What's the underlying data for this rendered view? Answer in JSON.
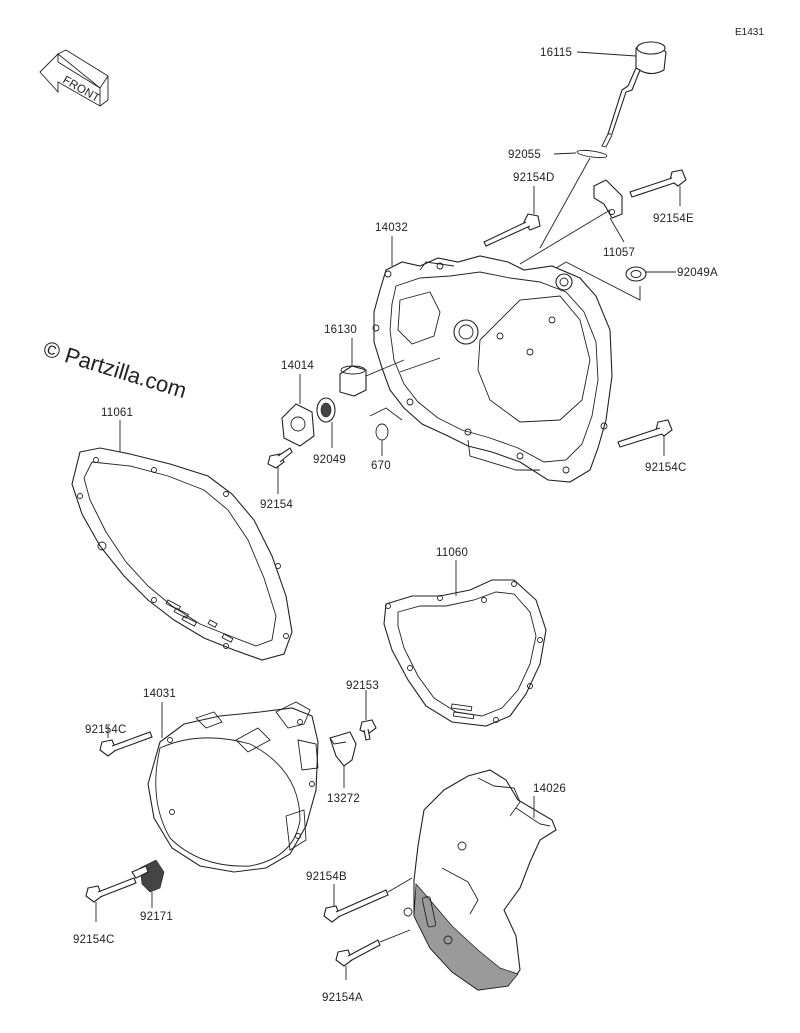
{
  "diagram_code": "E1431",
  "watermark": "© Partzilla.com",
  "front_label": "FRONT",
  "parts": {
    "p16115": "16115",
    "p92055": "92055",
    "p92154D": "92154D",
    "p92154E": "92154E",
    "p14032": "14032",
    "p11057": "11057",
    "p92049A": "92049A",
    "p16130": "16130",
    "p14014": "14014",
    "p11061": "11061",
    "p92049": "92049",
    "p670": "670",
    "p92154": "92154",
    "p92154C_a": "92154C",
    "p11060": "11060",
    "p14031": "14031",
    "p92153": "92153",
    "p92154C_b": "92154C",
    "p13272": "13272",
    "p14026": "14026",
    "p92154B": "92154B",
    "p92171": "92171",
    "p92154C_c": "92154C",
    "p92154A": "92154A"
  }
}
